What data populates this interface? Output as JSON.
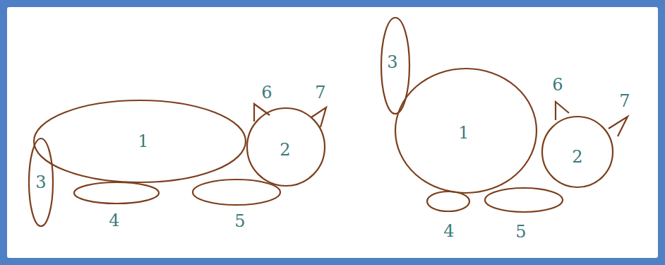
{
  "diagram": {
    "labels": [
      "1",
      "2",
      "3",
      "4",
      "5",
      "6",
      "7",
      "1",
      "2",
      "3",
      "4",
      "5",
      "6",
      "7"
    ]
  }
}
